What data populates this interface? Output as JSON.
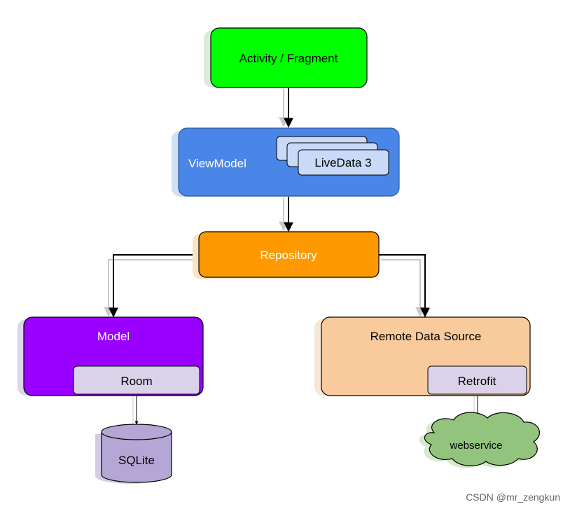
{
  "colors": {
    "activity": "#00ff00",
    "viewmodel": "#4a86e8",
    "livedata": "#c9daf8",
    "repository": "#ff9900",
    "model": "#9900ff",
    "remote": "#f9cb9c",
    "library": "#d9d2e9",
    "sqlite": "#b4a7d6",
    "webservice": "#93c47d"
  },
  "nodes": {
    "activity": "Activity / Fragment",
    "viewmodel": "ViewModel",
    "livedata": "LiveData 3",
    "repository": "Repository",
    "model": "Model",
    "room": "Room",
    "remote": "Remote Data Source",
    "retrofit": "Retrofit",
    "sqlite": "SQLite",
    "webservice": "webservice"
  },
  "watermark": "CSDN @mr_zengkun"
}
